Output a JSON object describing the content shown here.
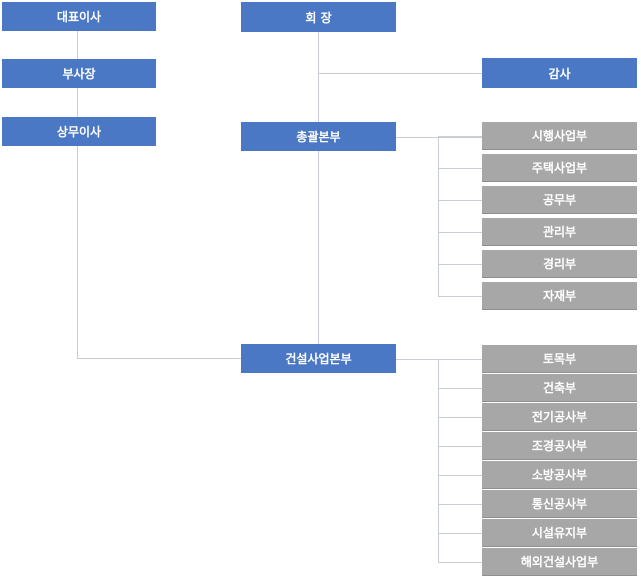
{
  "executives": {
    "ceo": "대표이사",
    "vice_president": "부사장",
    "managing_director": "상무이사"
  },
  "chairman": "회 장",
  "auditor": "감사",
  "general_division": {
    "name": "총괄본부",
    "departments": [
      "시행사업부",
      "주택사업부",
      "공무부",
      "관리부",
      "경리부",
      "자재부"
    ]
  },
  "construction_division": {
    "name": "건설사업본부",
    "departments": [
      "토목부",
      "건축부",
      "전기공사부",
      "조경공사부",
      "소방공사부",
      "통신공사부",
      "시설유지부",
      "해외건설사업부"
    ]
  },
  "colors": {
    "primary_box": "#4a78c5",
    "department_box": "#a7a7a7",
    "connector_line": "#c9cdd6"
  }
}
